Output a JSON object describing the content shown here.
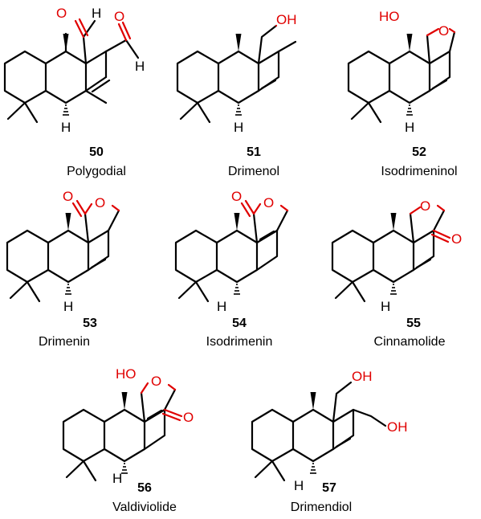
{
  "compounds": [
    {
      "number": "50",
      "name": "Polygodial"
    },
    {
      "number": "51",
      "name": "Drimenol"
    },
    {
      "number": "52",
      "name": "Isodrimeninol"
    },
    {
      "number": "53",
      "name": "Drimenin"
    },
    {
      "number": "54",
      "name": "Isodrimenin"
    },
    {
      "number": "55",
      "name": "Cinnamolide"
    },
    {
      "number": "56",
      "name": "Valdiviolide"
    },
    {
      "number": "57",
      "name": "Drimendiol"
    }
  ],
  "atoms": {
    "O": "O",
    "H": "H",
    "OH": "OH",
    "HO": "HO"
  },
  "colors": {
    "heteroatom": "#e00000",
    "bond": "#000000"
  }
}
